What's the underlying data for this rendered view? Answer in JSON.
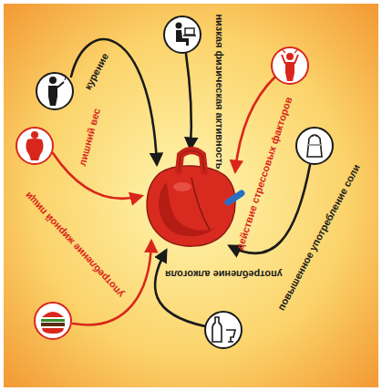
{
  "diagram": {
    "labels": [
      "курение",
      "лишний вес",
      "употребление жирной пищи",
      "употребление алкоголя",
      "повышенное употребление соли",
      "действие стрессовых факторов",
      "низкая физическая активность"
    ]
  }
}
